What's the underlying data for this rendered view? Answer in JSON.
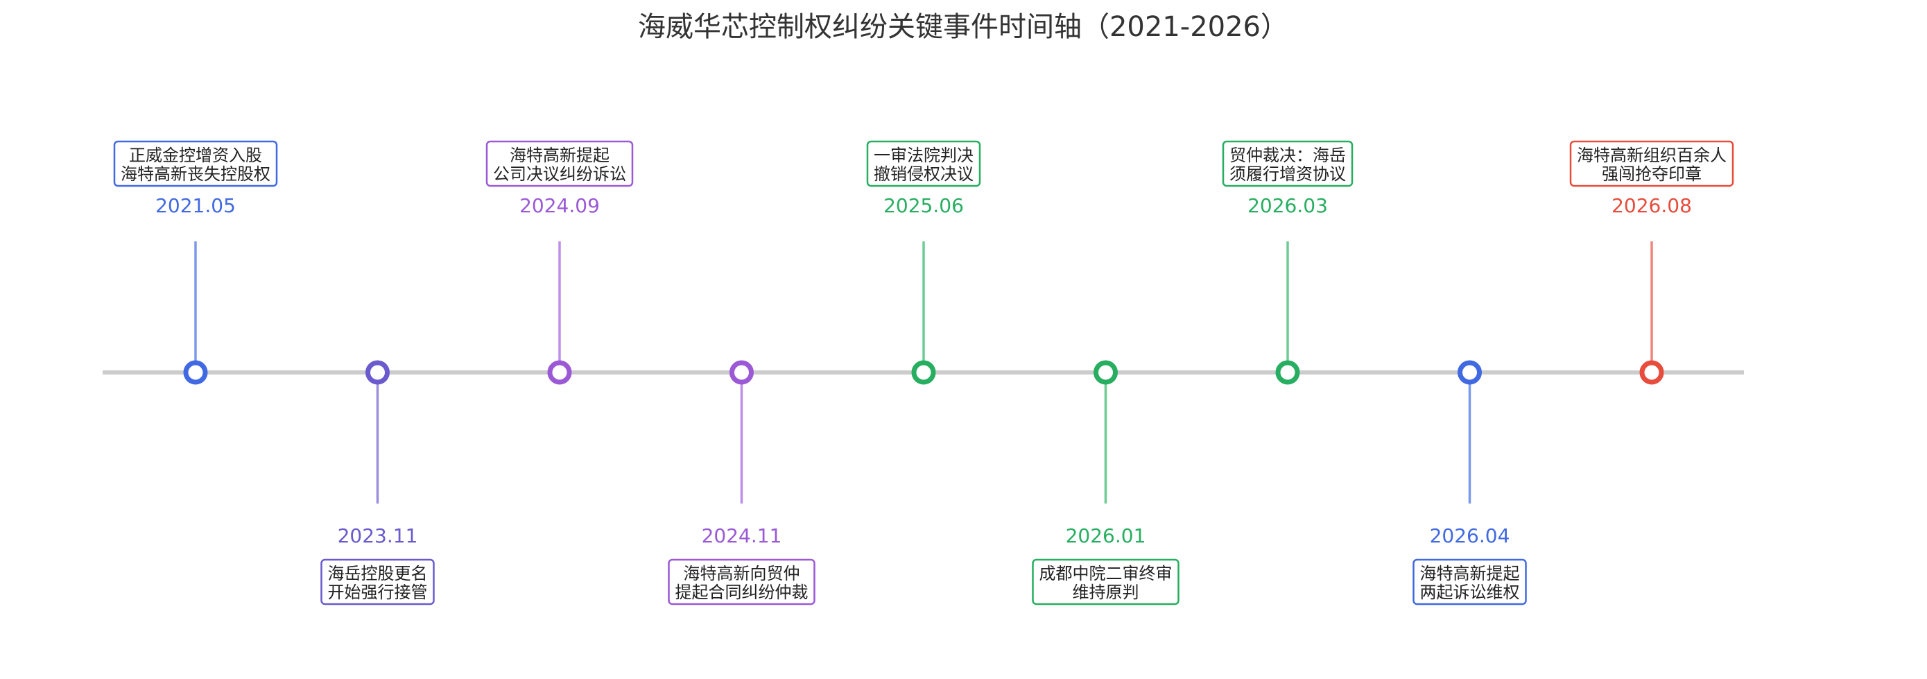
{
  "title": "海威华芯控制权纠纷关键事件时间轴（2021-2026）",
  "events": [
    {
      "date": "2021.05",
      "lines": [
        "正威金控增资入股",
        "海特高新丧失控股权"
      ],
      "color": "#4169E1",
      "stem_color": "#7B9AEB",
      "position": "above"
    },
    {
      "date": "2023.11",
      "lines": [
        "海岳控股更名",
        "开始强行接管"
      ],
      "color": "#6A5ACD",
      "stem_color": "#9A90DE",
      "position": "below"
    },
    {
      "date": "2024.09",
      "lines": [
        "海特高新提起",
        "公司决议纠纷诉讼"
      ],
      "color": "#9B59D6",
      "stem_color": "#BE8FE8",
      "position": "above"
    },
    {
      "date": "2024.11",
      "lines": [
        "海特高新向贸仲",
        "提起合同纠纷仲裁"
      ],
      "color": "#9B59D6",
      "stem_color": "#BE8FE8",
      "position": "below"
    },
    {
      "date": "2025.06",
      "lines": [
        "一审法院判决",
        "撤销侵权决议"
      ],
      "color": "#27AE60",
      "stem_color": "#6FCB95",
      "position": "above"
    },
    {
      "date": "2026.01",
      "lines": [
        "成都中院二审终审",
        "维持原判"
      ],
      "color": "#27AE60",
      "stem_color": "#6FCB95",
      "position": "below"
    },
    {
      "date": "2026.03",
      "lines": [
        "贸仲裁决：海岳",
        "须履行增资协议"
      ],
      "color": "#27AE60",
      "stem_color": "#6FCB95",
      "position": "above"
    },
    {
      "date": "2026.04",
      "lines": [
        "海特高新提起",
        "两起诉讼维权"
      ],
      "color": "#4169E1",
      "stem_color": "#7B9AEB",
      "position": "below"
    },
    {
      "date": "2026.08",
      "lines": [
        "海特高新组织百余人",
        "强闯抢夺印章"
      ],
      "color": "#E74C3C",
      "stem_color": "#EE857A",
      "position": "above"
    }
  ]
}
